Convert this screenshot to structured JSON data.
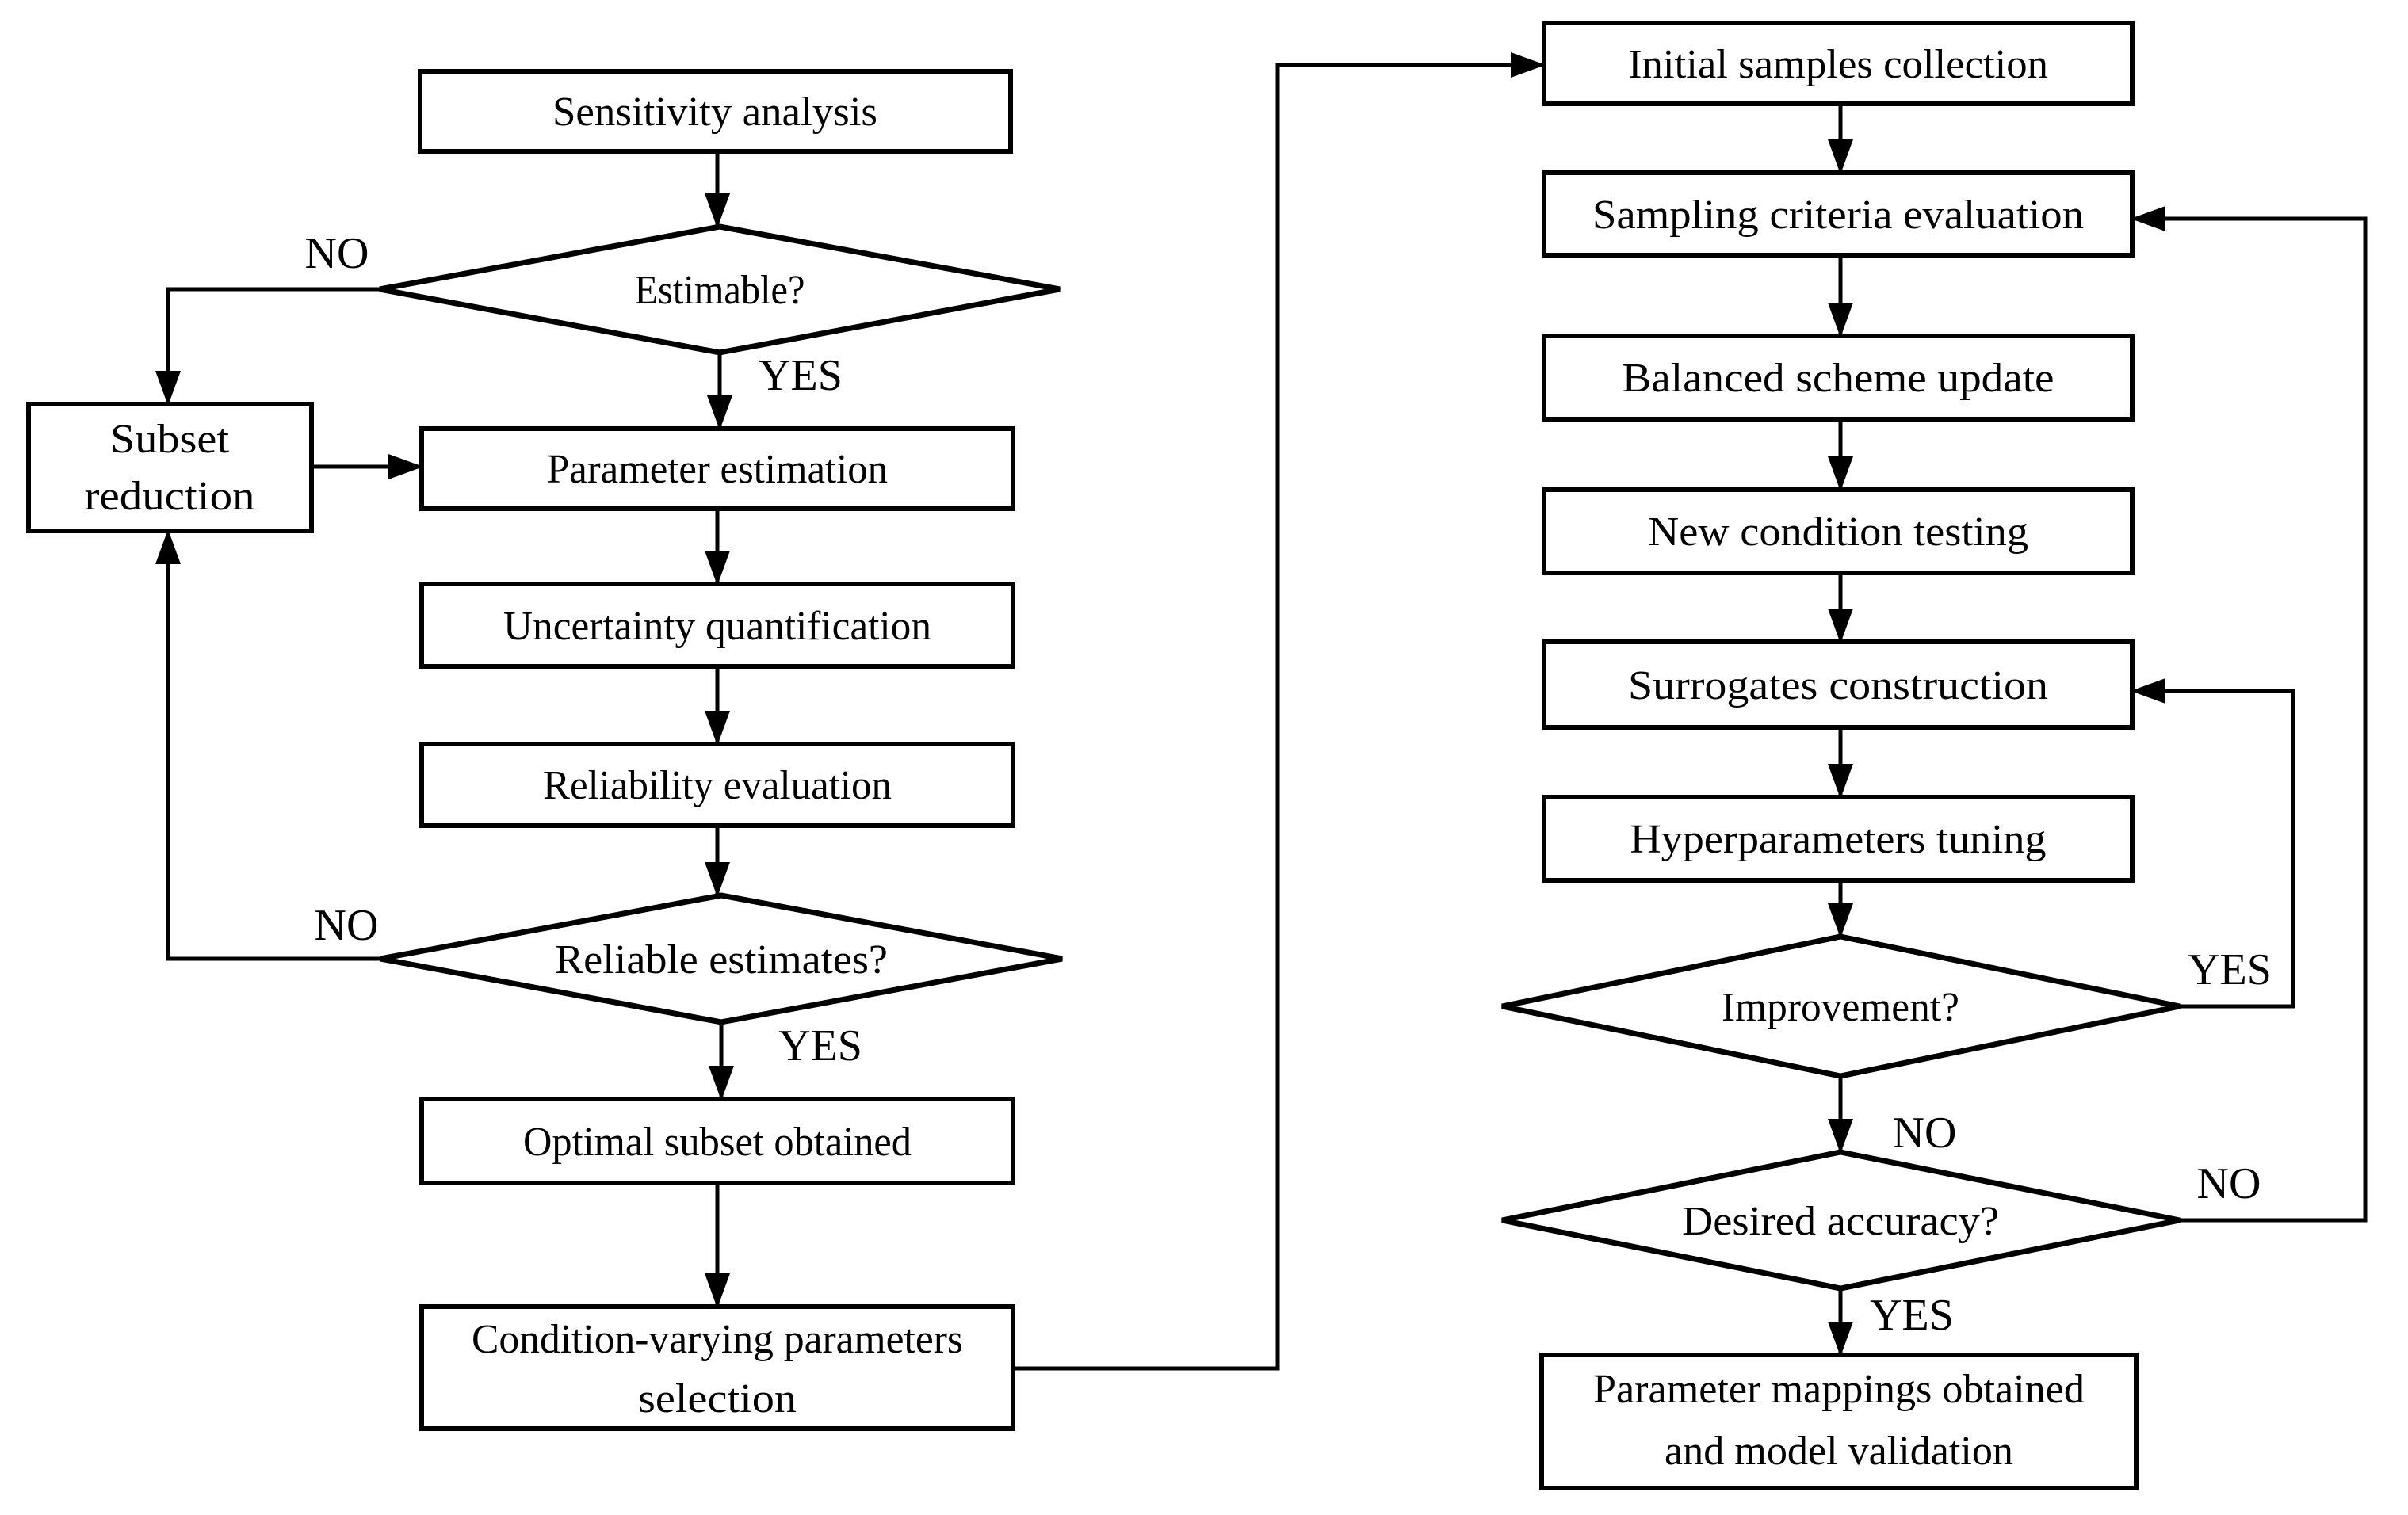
{
  "flowchart": {
    "colors": {
      "background": "#ffffff",
      "stroke": "#000000",
      "text": "#000000"
    },
    "nodes": {
      "sensitivity_analysis": "Sensitivity analysis",
      "estimable": "Estimable?",
      "subset_reduction": {
        "line1": "Subset",
        "line2": "reduction"
      },
      "parameter_estimation": "Parameter estimation",
      "uncertainty_quantification": "Uncertainty quantification",
      "reliability_evaluation": "Reliability evaluation",
      "reliable_estimates": "Reliable estimates?",
      "optimal_subset_obtained": "Optimal subset obtained",
      "condition_varying": {
        "line1": "Condition-varying parameters",
        "line2": "selection"
      },
      "initial_samples_collection": "Initial samples collection",
      "sampling_criteria_evaluation": "Sampling criteria evaluation",
      "balanced_scheme_update": "Balanced scheme update",
      "new_condition_testing": "New condition testing",
      "surrogates_construction": "Surrogates construction",
      "hyperparameters_tuning": "Hyperparameters tuning",
      "improvement": "Improvement?",
      "desired_accuracy": "Desired accuracy?",
      "parameter_mappings": {
        "line1": "Parameter mappings obtained",
        "line2": "and model validation"
      }
    },
    "edge_labels": {
      "estimable_no": "NO",
      "estimable_yes": "YES",
      "reliable_estimates_no": "NO",
      "reliable_estimates_yes": "YES",
      "improvement_yes": "YES",
      "improvement_no": "NO",
      "desired_accuracy_no": "NO",
      "desired_accuracy_yes": "YES"
    }
  }
}
